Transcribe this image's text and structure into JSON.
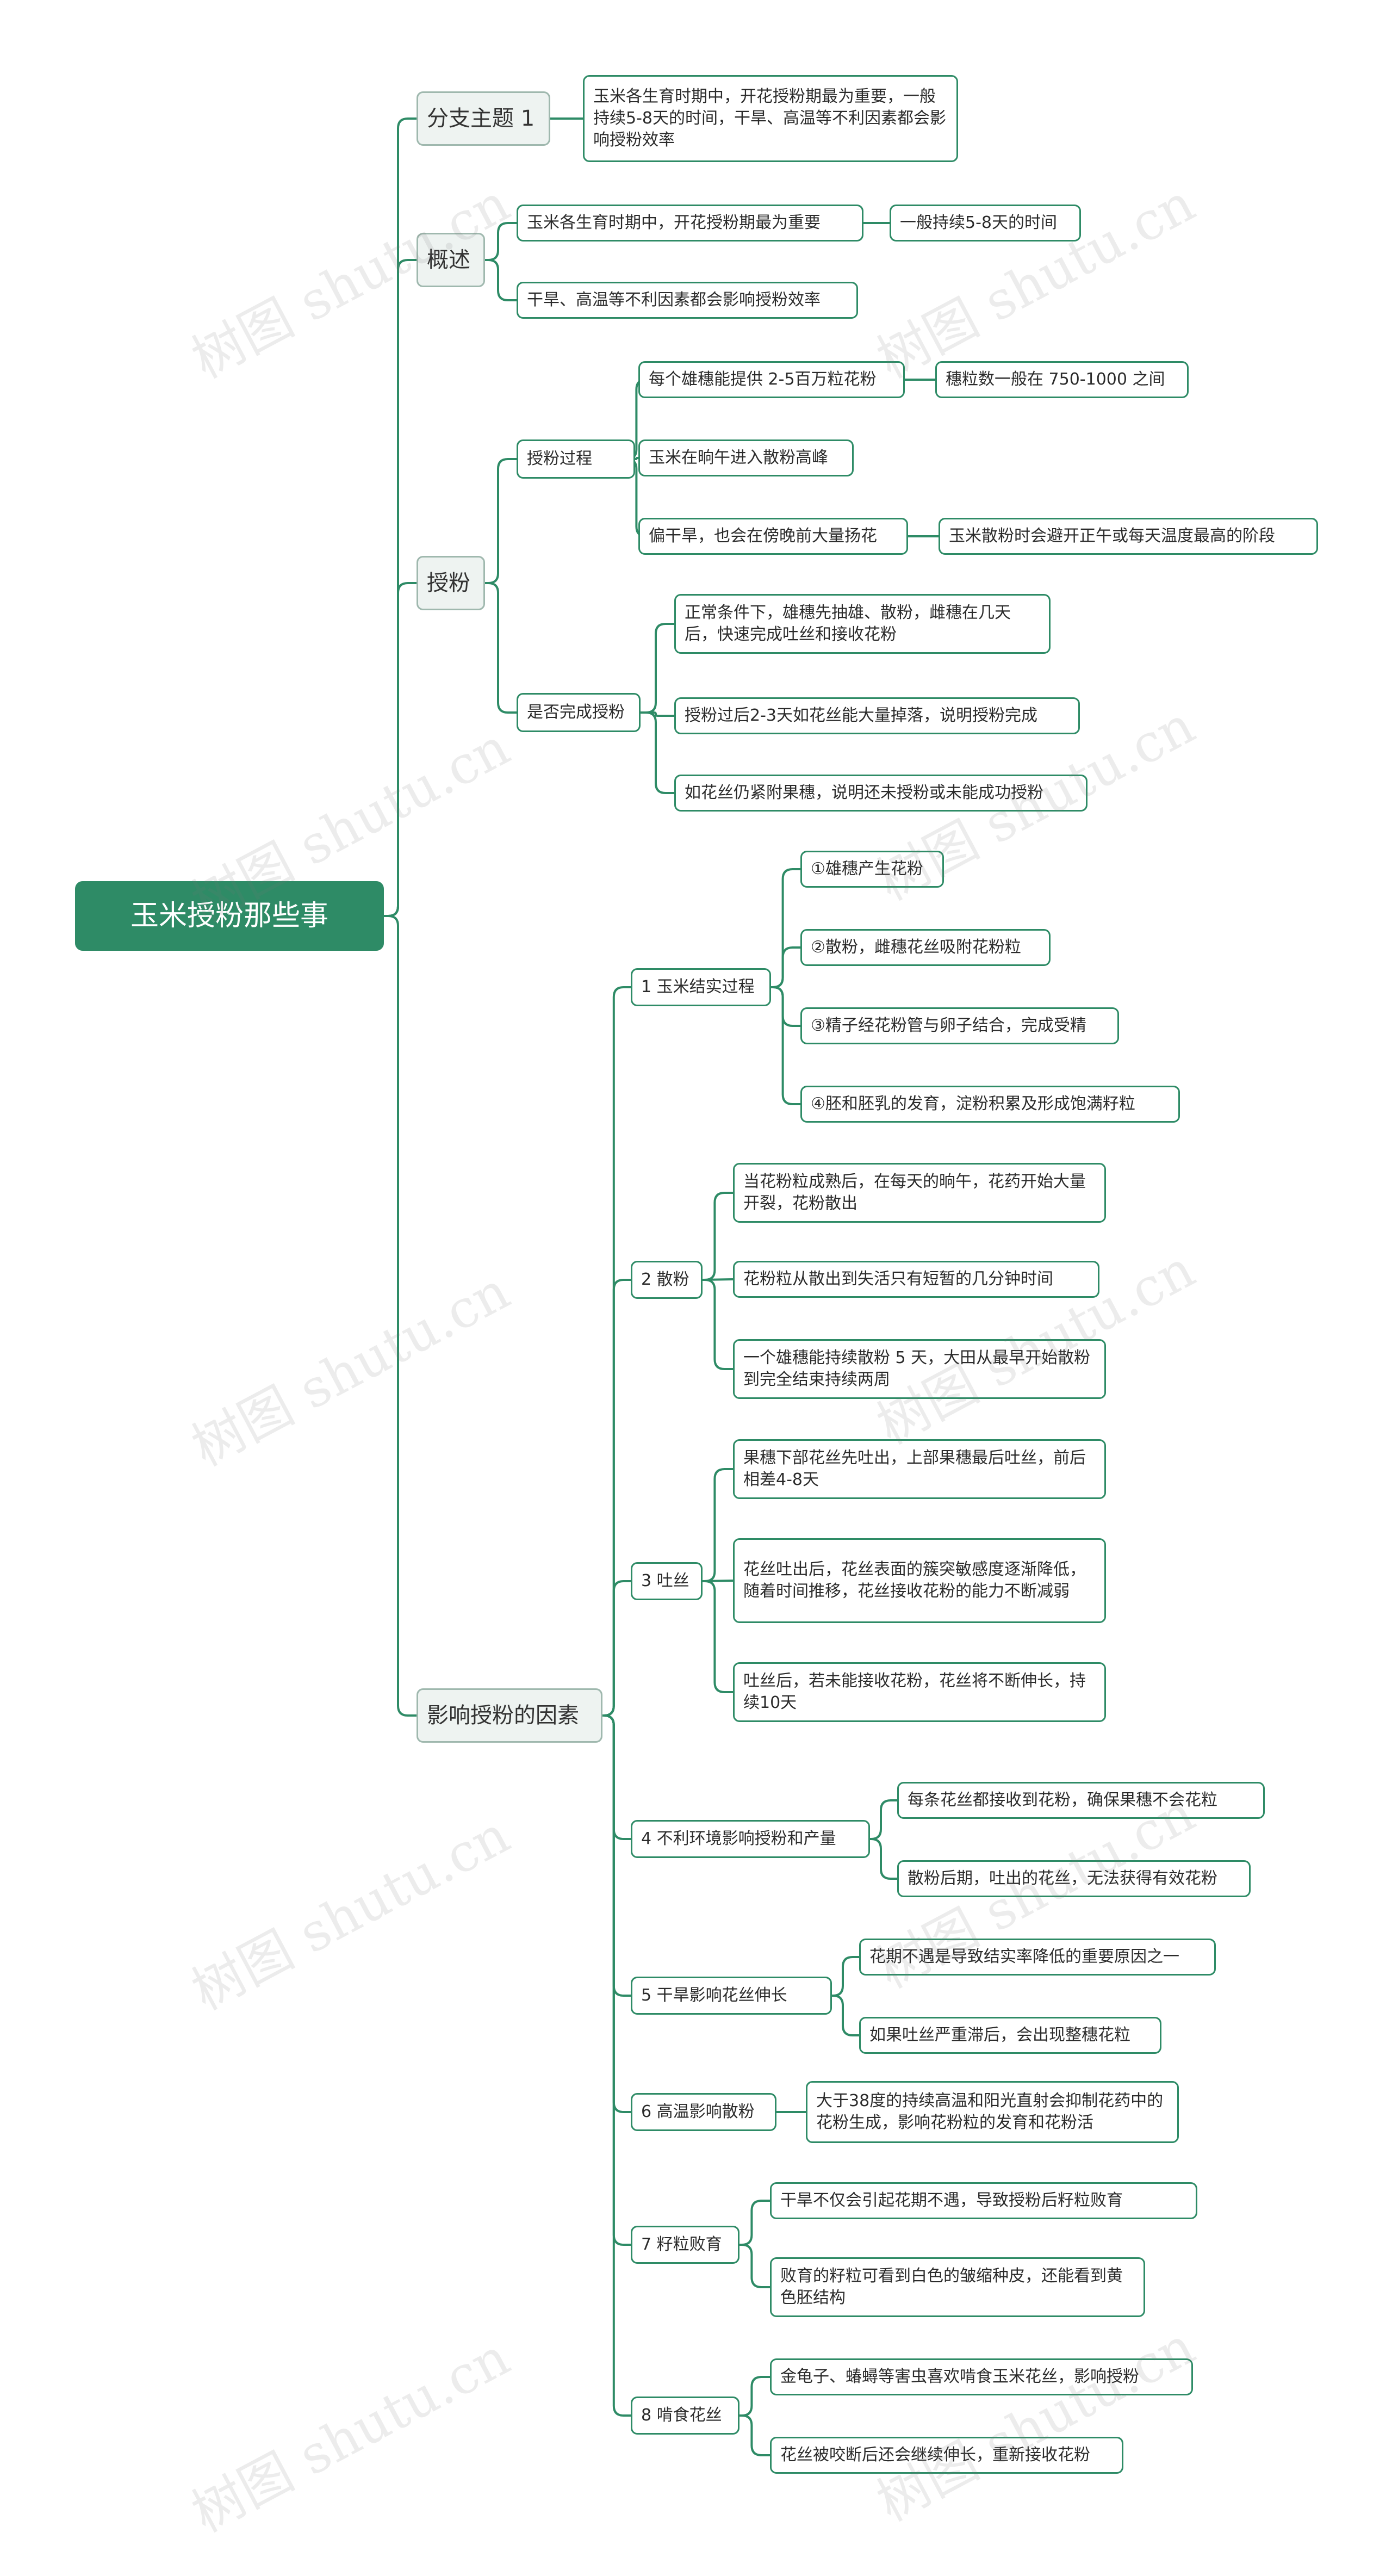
{
  "root": "玉米授粉那些事",
  "branch1": {
    "title": "分支主题 1",
    "note": "玉米各生育时期中，开花授粉期最为重要，一般持续5-8天的时间，干旱、高温等不利因素都会影响授粉效率"
  },
  "overview": {
    "title": "概述",
    "item1": "玉米各生育时期中，开花授粉期最为重要",
    "item1_sub": "一般持续5-8天的时间",
    "item2": "干旱、高温等不利因素都会影响授粉效率"
  },
  "pollination": {
    "title": "授粉",
    "process": {
      "title": "授粉过程",
      "i1": "每个雄穗能提供 2-5百万粒花粉",
      "i1_sub": "穗粒数一般在 750-1000 之间",
      "i2": "玉米在晌午进入散粉高峰",
      "i3": "偏干旱，也会在傍晚前大量扬花",
      "i3_sub": "玉米散粉时会避开正午或每天温度最高的阶段"
    },
    "complete": {
      "title": "是否完成授粉",
      "i1": "正常条件下，雄穗先抽雄、散粉，雌穗在几天后，快速完成吐丝和接收花粉",
      "i2": "授粉过后2-3天如花丝能大量掉落，说明授粉完成",
      "i3": "如花丝仍紧附果穗，说明还未授粉或未能成功授粉"
    }
  },
  "factors": {
    "title": "影响授粉的因素",
    "s1": {
      "title": "1 玉米结实过程",
      "i1": "①雄穗产生花粉",
      "i2": "②散粉，雌穗花丝吸附花粉粒",
      "i3": "③精子经花粉管与卵子结合，完成受精",
      "i4": "④胚和胚乳的发育，淀粉积累及形成饱满籽粒"
    },
    "s2": {
      "title": "2  散粉",
      "i1": "当花粉粒成熟后，在每天的晌午，花药开始大量开裂，花粉散出",
      "i2": "花粉粒从散出到失活只有短暂的几分钟时间",
      "i3": "一个雄穗能持续散粉 5 天，大田从最早开始散粉到完全结束持续两周"
    },
    "s3": {
      "title": "3  吐丝",
      "i1": "果穗下部花丝先吐出，上部果穗最后吐丝，前后相差4-8天",
      "i2": "花丝吐出后，花丝表面的簇突敏感度逐渐降低，随着时间推移，花丝接收花粉的能力不断减弱",
      "i3": "吐丝后，若未能接收花粉，花丝将不断伸长，持续10天"
    },
    "s4": {
      "title": "4  不利环境影响授粉和产量",
      "i1": "每条花丝都接收到花粉，确保果穗不会花粒",
      "i2": "散粉后期，吐出的花丝，无法获得有效花粉"
    },
    "s5": {
      "title": "5  干旱影响花丝伸长",
      "i1": "花期不遇是导致结实率降低的重要原因之一",
      "i2": "如果吐丝严重滞后，会出现整穗花粒"
    },
    "s6": {
      "title": "6  高温影响散粉",
      "i1": "大于38度的持续高温和阳光直射会抑制花药中的花粉生成，影响花粉粒的发育和花粉活"
    },
    "s7": {
      "title": "7  籽粒败育",
      "i1": "干旱不仅会引起花期不遇，导致授粉后籽粒败育",
      "i2": "败育的籽粒可看到白色的皱缩种皮，还能看到黄色胚结构"
    },
    "s8": {
      "title": "8  啃食花丝",
      "i1": "金龟子、蝽蟳等害虫喜欢啃食玉米花丝，影响授粉",
      "i2": "花丝被咬断后还会继续伸长，重新接收花粉"
    }
  },
  "watermark": "树图 shutu.cn",
  "colors": {
    "line": "#2e8b66",
    "root_fill": "#2e8b66",
    "l1_fill": "#eef3f1",
    "l1_border": "#9fb8ae"
  }
}
